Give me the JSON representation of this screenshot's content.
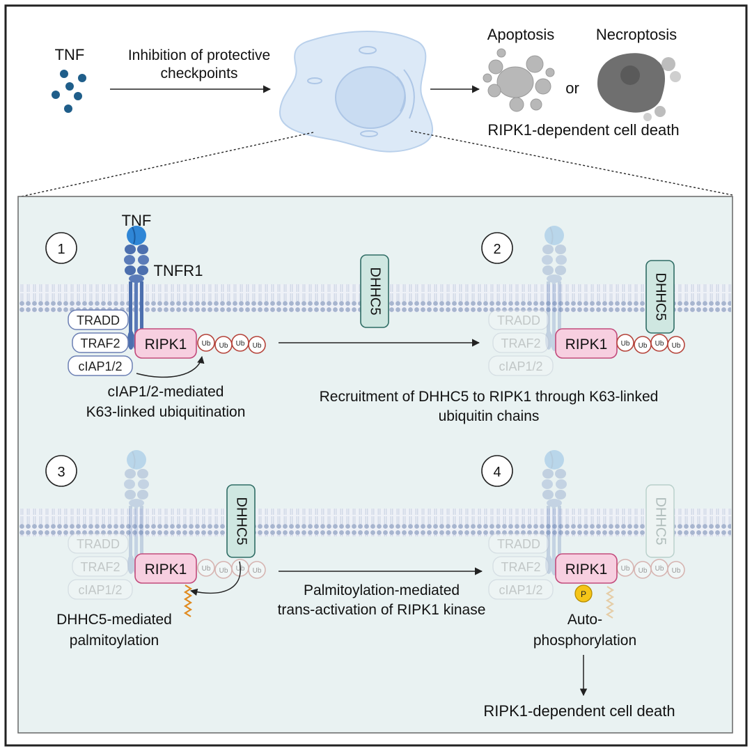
{
  "top": {
    "tnf_label": "TNF",
    "arrow_text": [
      "Inhibition of protective",
      "checkpoints"
    ],
    "apoptosis": "Apoptosis",
    "necroptosis": "Necroptosis",
    "or": "or",
    "death_label": "RIPK1-dependent cell death"
  },
  "panels": {
    "p1": {
      "number": "1",
      "tnf": "TNF",
      "tnfr1": "TNFR1",
      "caption": [
        "cIAP1/2-mediated",
        "K63-linked ubiquitination"
      ]
    },
    "p2": {
      "number": "2",
      "caption": [
        "Recruitment of DHHC5 to RIPK1 through K63-linked",
        "ubiquitin chains"
      ]
    },
    "p3": {
      "number": "3",
      "caption": [
        "DHHC5-mediated",
        "palmitoylation"
      ]
    },
    "p4": {
      "number": "4",
      "phospho": "P",
      "caption": [
        "Auto-",
        "phosphorylation"
      ]
    },
    "middle_caption": [
      "Palmitoylation-mediated",
      "trans-activation of RIPK1 kinase"
    ],
    "bottom_death": "RIPK1-dependent cell death"
  },
  "labels": {
    "tradd": "TRADD",
    "traf2": "TRAF2",
    "ciap": "cIAP1/2",
    "ripk1": "RIPK1",
    "ub": "Ub",
    "dhhc5": "DHHC5"
  },
  "colors": {
    "panel_bg": "#e9f2f2",
    "membrane": "#a7b5cf",
    "receptor": "#4c6fae",
    "tnf_ball": "#2f86d6",
    "ripk1_fill": "#f7cfe0",
    "ripk1_stroke": "#c24a7b",
    "ub_stroke": "#b5433a",
    "dhhc5_fill": "#cfe7e1",
    "dhhc5_stroke": "#2e6c64",
    "adaptor_stroke": "#6b7fb3",
    "palmitoyl": "#e08a1e",
    "phospho_fill": "#f5c518",
    "tnf_dots": "#1f5e8a"
  }
}
